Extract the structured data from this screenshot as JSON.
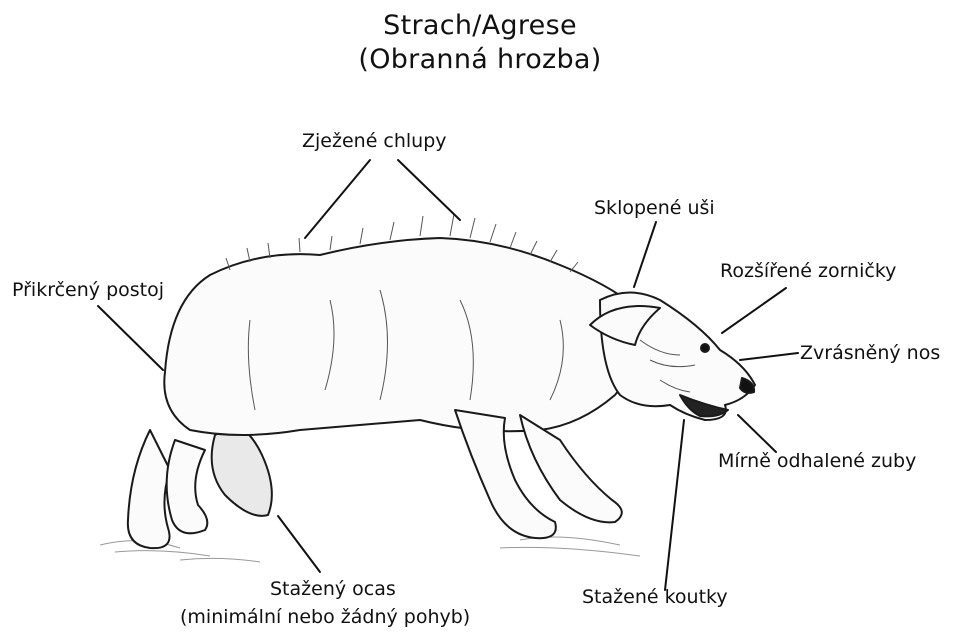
{
  "title": {
    "line1": "Strach/Agrese",
    "line2": "(Obranná hrozba)"
  },
  "labels": {
    "hackles": "Zježené chlupy",
    "ears": "Sklopené uši",
    "pupils": "Rozšířené zorničky",
    "posture": "Přikrčený postoj",
    "nose": "Zvrásněný nos",
    "teeth": "Mírně odhalené zuby",
    "tail_line1": "Stažený ocas",
    "tail_line2": "(minimální nebo žádný pohyb)",
    "lips": "Stažené koutky"
  },
  "colors": {
    "ink": "#111111",
    "background": "#ffffff"
  }
}
